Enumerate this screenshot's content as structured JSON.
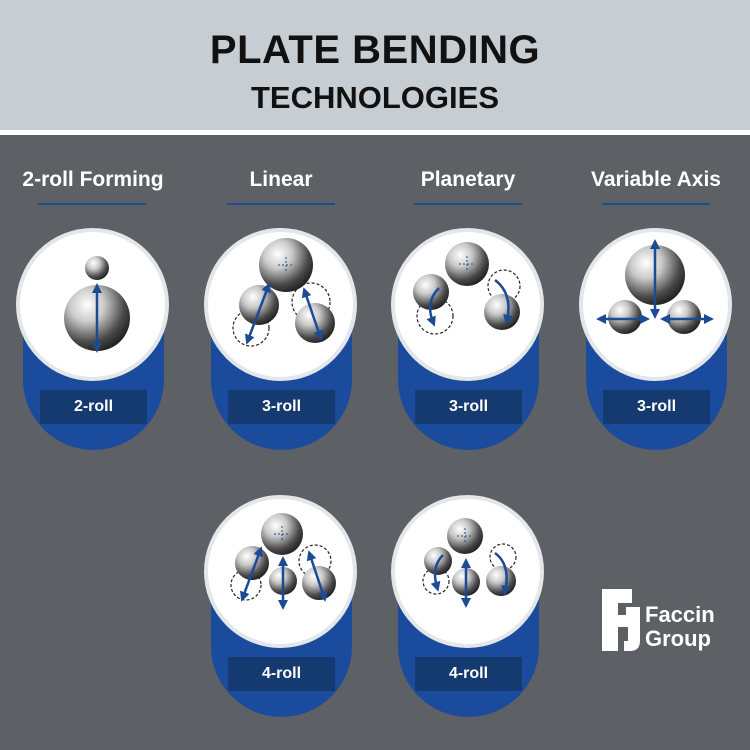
{
  "header": {
    "title_line1": "PLATE BENDING",
    "title_line2": "TECHNOLOGIES"
  },
  "columns": [
    {
      "label": "2-roll Forming",
      "badge": "2-roll"
    },
    {
      "label": "Linear",
      "badge": "3-roll"
    },
    {
      "label": "Planetary",
      "badge": "3-roll"
    },
    {
      "label": "Variable Axis",
      "badge": "3-roll"
    }
  ],
  "row2": [
    {
      "badge": "4-roll"
    },
    {
      "badge": "4-roll"
    }
  ],
  "logo": {
    "line1": "Faccin",
    "line2": "Group"
  },
  "colors": {
    "background": "#5d6064",
    "header": "#c7ced3",
    "blue": "#1a4b9c",
    "badge": "#153a70",
    "arrow": "#1c4b94"
  }
}
